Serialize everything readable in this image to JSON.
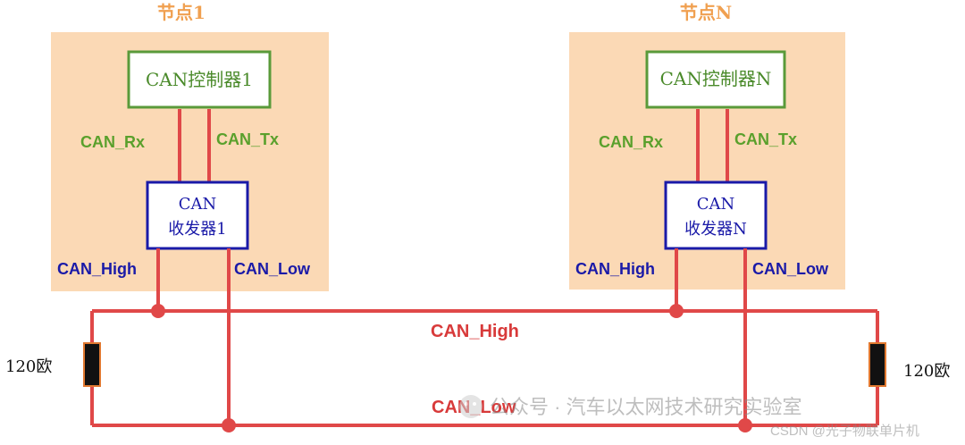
{
  "node1": {
    "title": "节点1",
    "controller": "CAN控制器1",
    "rx": "CAN_Rx",
    "tx": "CAN_Tx",
    "transceiver_line1": "CAN",
    "transceiver_line2": "收发器1",
    "high": "CAN_High",
    "low": "CAN_Low"
  },
  "nodeN": {
    "title": "节点N",
    "controller": "CAN控制器N",
    "rx": "CAN_Rx",
    "tx": "CAN_Tx",
    "transceiver_line1": "CAN",
    "transceiver_line2": "收发器N",
    "high": "CAN_High",
    "low": "CAN_Low"
  },
  "bus": {
    "high": "CAN_High",
    "low": "CAN_Low"
  },
  "resistor_left": "120欧",
  "resistor_right": "120欧",
  "watermark": {
    "line1": "公众号 · 汽车以太网技术研究实验室",
    "line2": "CSDN @光子物联单片机"
  },
  "colors": {
    "node_bg": "#fbd9b5",
    "node_title": "#f0a050",
    "controller_border": "#5a9a3a",
    "green_label": "#5aa02c",
    "transceiver_border": "#1a1aa8",
    "blue_label": "#1a1aa8",
    "wire": "#e04848",
    "bus_label": "#d83a3a"
  }
}
